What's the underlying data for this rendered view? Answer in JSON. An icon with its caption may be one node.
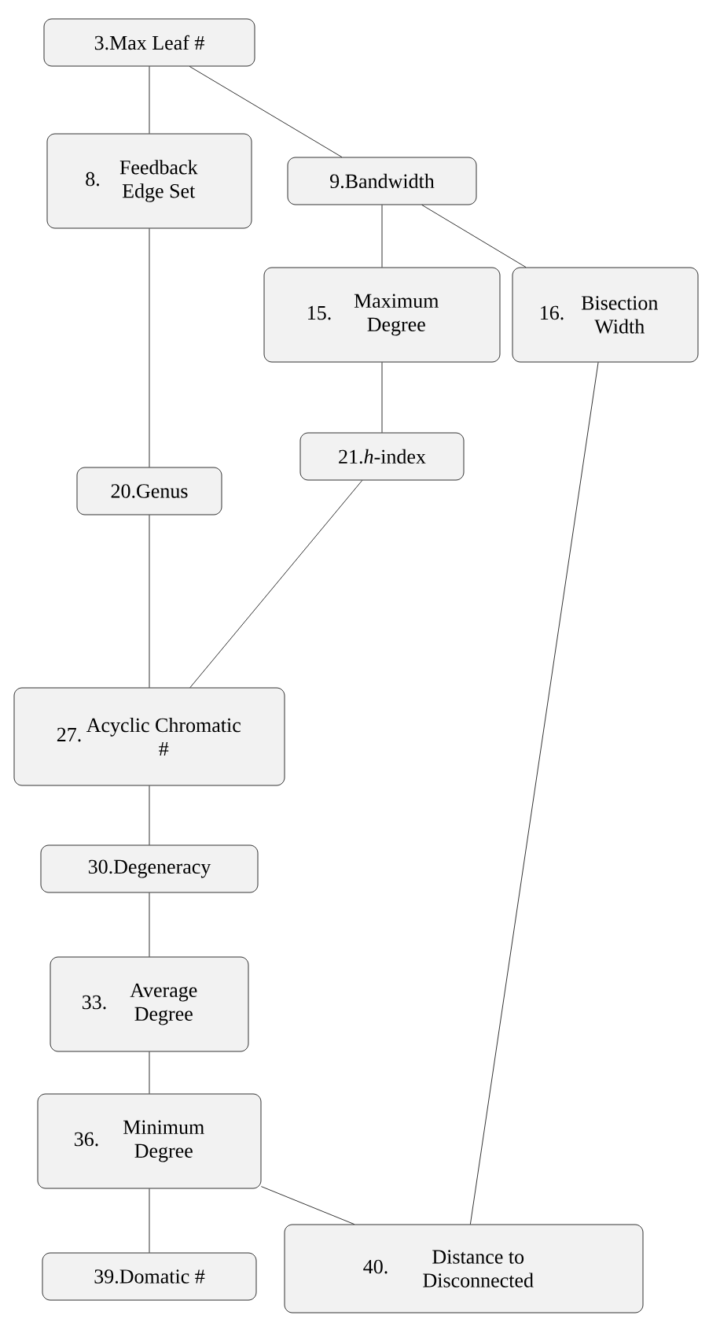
{
  "diagram": {
    "nodes": [
      {
        "text": [
          "3.Max Leaf #"
        ]
      },
      {
        "text": [
          "8.",
          "Feedback Edge Set"
        ]
      },
      {
        "text": [
          "9.Bandwidth"
        ]
      },
      {
        "text": [
          "15.",
          "Maximum Degree"
        ]
      },
      {
        "text": [
          "16.",
          "Bisection Width"
        ]
      },
      {
        "text": [
          "20.Genus"
        ]
      },
      {
        "text": [
          "21.*h*-index"
        ]
      },
      {
        "text": [
          "27.",
          "Acyclic Chromatic #"
        ]
      },
      {
        "text": [
          "30.Degeneracy"
        ]
      },
      {
        "text": [
          "33.",
          "Average Degree"
        ]
      },
      {
        "text": [
          "36.",
          "Minimum Degree"
        ]
      },
      {
        "text": [
          "39.Domatic #"
        ]
      },
      {
        "text": [
          "40.",
          "Distance to Disconnected"
        ]
      }
    ],
    "edges": [
      {
        "from": 0,
        "to": 1,
        "arrow": "none"
      },
      {
        "from": 0,
        "to": 2,
        "arrow": "none"
      },
      {
        "from": 1,
        "to": 5,
        "arrow": "none"
      },
      {
        "from": 2,
        "to": 3,
        "arrow": "none"
      },
      {
        "from": 2,
        "to": 4,
        "arrow": "none"
      },
      {
        "from": 3,
        "to": 6,
        "arrow": "none"
      },
      {
        "from": 5,
        "to": 7,
        "arrow": "none"
      },
      {
        "from": 6,
        "to": 7,
        "arrow": "none"
      },
      {
        "from": 7,
        "to": 8,
        "arrow": "none"
      },
      {
        "from": 8,
        "to": 9,
        "arrow": "none"
      },
      {
        "from": 9,
        "to": 10,
        "arrow": "none"
      },
      {
        "from": 10,
        "to": 11,
        "arrow": "none"
      },
      {
        "from": 10,
        "to": 12,
        "arrow": "none"
      },
      {
        "from": 4,
        "to": 12,
        "arrow": "none"
      }
    ]
  }
}
